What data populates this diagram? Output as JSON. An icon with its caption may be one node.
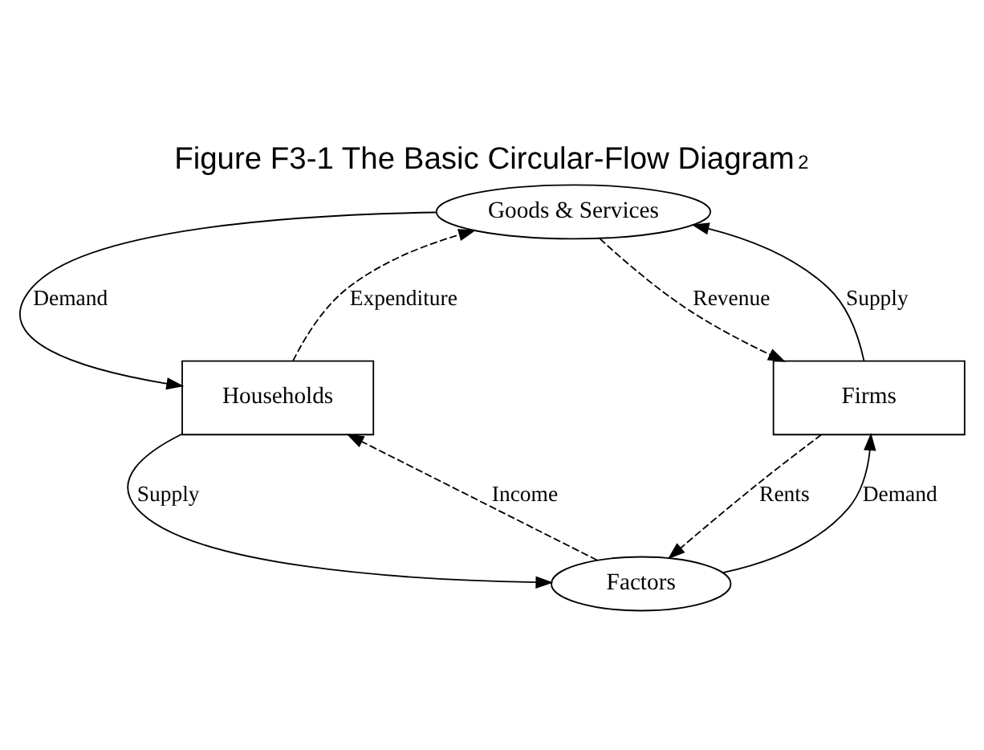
{
  "diagram": {
    "title": "Figure F3-1 The Basic Circular-Flow Diagram$^{2}$",
    "nodes": [
      {
        "text": [
          "Goods & Services"
        ]
      },
      {
        "text": [
          "Households"
        ]
      },
      {
        "text": [
          "Firms"
        ]
      },
      {
        "text": [
          "Factors"
        ]
      }
    ],
    "edges": [
      {
        "from": 0,
        "to": 1,
        "arrow": "to",
        "label": "Demand"
      },
      {
        "from": 2,
        "to": 0,
        "arrow": "to",
        "label": "Supply"
      },
      {
        "from": 1,
        "to": 0,
        "arrow": "to",
        "label": "Expenditure",
        "style": "dashed"
      },
      {
        "from": 0,
        "to": 2,
        "arrow": "to",
        "label": "Revenue",
        "style": "dashed"
      },
      {
        "from": 1,
        "to": 3,
        "arrow": "to",
        "label": "Supply"
      },
      {
        "from": 3,
        "to": 2,
        "arrow": "to",
        "label": "Demand"
      },
      {
        "from": 2,
        "to": 3,
        "arrow": "to",
        "label": "Rents",
        "style": "dashed"
      },
      {
        "from": 3,
        "to": 1,
        "arrow": "to",
        "label": "Income",
        "style": "dashed"
      }
    ]
  }
}
